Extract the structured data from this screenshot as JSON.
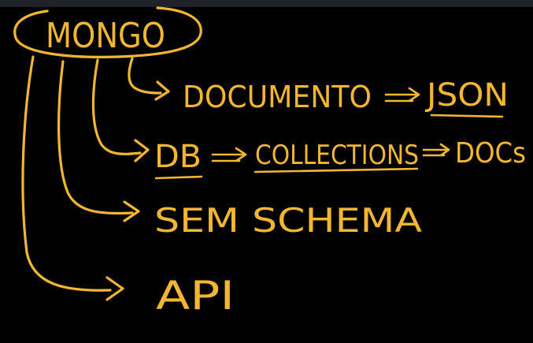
{
  "diagram": {
    "ink_color": "#f2b632",
    "background": "#000000",
    "root": "MONGO",
    "branches": [
      {
        "label": "DOCUMENTO",
        "target": "JSON"
      },
      {
        "label": "DB",
        "target": "COLLECTIONS",
        "target2": "DOCs"
      },
      {
        "label": "SEM SCHEMA"
      },
      {
        "label": "API"
      }
    ]
  }
}
